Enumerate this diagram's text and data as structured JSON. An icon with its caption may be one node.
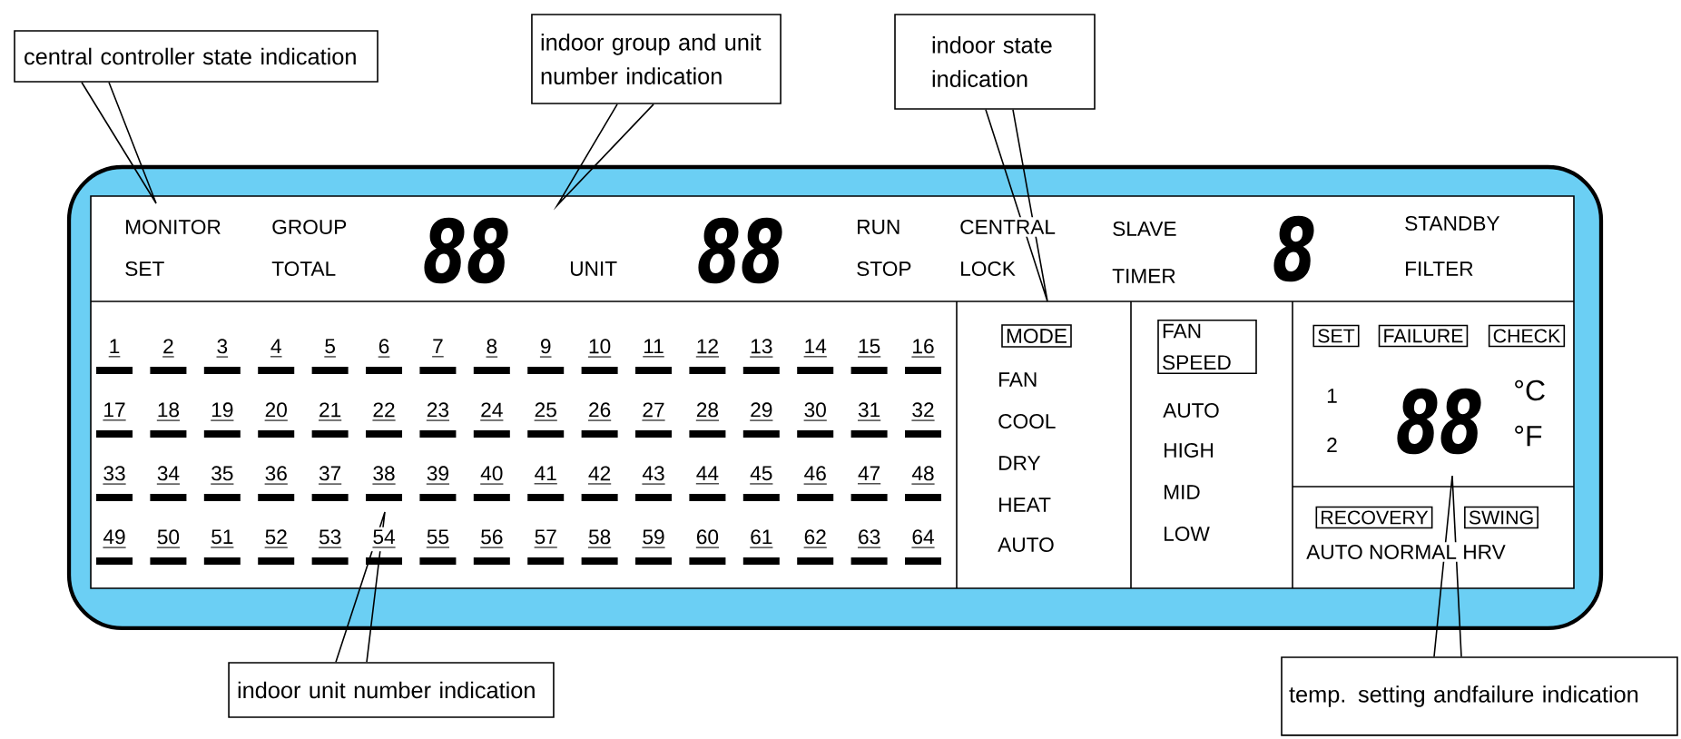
{
  "diagram": {
    "nodes": [
      {
        "text": [
          "central controller state indication"
        ]
      },
      {
        "text": [
          "indoor group and unit number indication"
        ]
      },
      {
        "text": [
          "indoor state indication"
        ]
      },
      {
        "text": [
          "indoor unit number indication"
        ]
      },
      {
        "text": [
          "temp. setting andfailure indication"
        ]
      },
      {
        "text": [
          "MODE"
        ]
      },
      {
        "text": [
          "FAN SPEED"
        ]
      },
      {
        "text": [
          "SET"
        ]
      },
      {
        "text": [
          "FAILURE"
        ]
      },
      {
        "text": [
          "CHECK"
        ]
      },
      {
        "text": [
          "RECOVERY"
        ]
      },
      {
        "text": [
          "SWING"
        ]
      }
    ],
    "edges": [
      {
        "from": 0,
        "to": null,
        "arrow": "none"
      },
      {
        "from": 1,
        "to": null,
        "arrow": "none"
      },
      {
        "from": 2,
        "to": null,
        "arrow": "none"
      },
      {
        "from": 3,
        "to": null,
        "arrow": "none"
      },
      {
        "from": 4,
        "to": null,
        "arrow": "none"
      }
    ],
    "labels": [
      "MONITOR",
      "SET",
      "GROUP",
      "TOTAL",
      "88",
      "UNIT",
      "88",
      "RUN",
      "STOP",
      "CENTRAL",
      "LOCK",
      "SLAVE",
      "TIMER",
      "8",
      "STANDBY",
      "FILTER",
      "1",
      "2",
      "3",
      "4",
      "5",
      "6",
      "7",
      "8",
      "9",
      "10",
      "11",
      "12",
      "13",
      "14",
      "15",
      "16",
      "17",
      "18",
      "19",
      "20",
      "21",
      "22",
      "23",
      "24",
      "25",
      "26",
      "27",
      "28",
      "29",
      "30",
      "31",
      "32",
      "33",
      "34",
      "35",
      "36",
      "37",
      "38",
      "39",
      "40",
      "41",
      "42",
      "43",
      "44",
      "45",
      "46",
      "47",
      "48",
      "49",
      "50",
      "51",
      "52",
      "53",
      "54",
      "55",
      "56",
      "57",
      "58",
      "59",
      "60",
      "61",
      "62",
      "63",
      "64",
      "FAN",
      "COOL",
      "DRY",
      "HEAT",
      "AUTO",
      "AUTO",
      "HIGH",
      "MID",
      "LOW",
      "1",
      "2",
      "88",
      "°C",
      "°F",
      "AUTO NORMAL HRV"
    ]
  }
}
